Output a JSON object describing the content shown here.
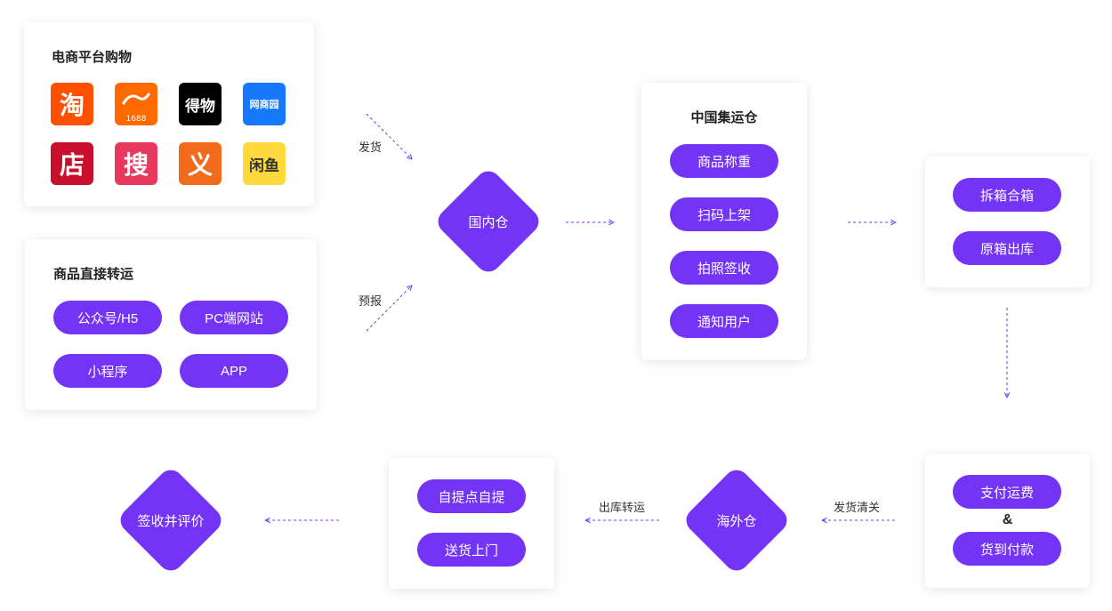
{
  "colors": {
    "accent": "#7434f5",
    "text": "#222222"
  },
  "ecommerce": {
    "title": "电商平台购物",
    "icons": [
      {
        "name": "taobao-icon",
        "glyph": "淘",
        "caption": "",
        "bg": "#ff5000",
        "fg": "#ffffff"
      },
      {
        "name": "alibaba-1688-icon",
        "glyph": "",
        "caption": "1688",
        "bg": "#ff6a00",
        "fg": "#ffffff"
      },
      {
        "name": "dewu-icon",
        "glyph": "得物",
        "caption": "",
        "bg": "#000000",
        "fg": "#ffffff"
      },
      {
        "name": "wangshangyuan-icon",
        "glyph": "网商园",
        "caption": "",
        "bg": "#1677ff",
        "fg": "#ffffff"
      },
      {
        "name": "weidian-icon",
        "glyph": "店",
        "caption": "",
        "bg": "#c8102e",
        "fg": "#ffffff"
      },
      {
        "name": "sougou-icon",
        "glyph": "搜",
        "caption": "",
        "bg": "#e8385d",
        "fg": "#ffffff"
      },
      {
        "name": "yiwugo-icon",
        "glyph": "义",
        "caption": "",
        "bg": "#f26b1d",
        "fg": "#ffffff"
      },
      {
        "name": "xianyu-icon",
        "glyph": "闲鱼",
        "caption": "",
        "bg": "#ffd93b",
        "fg": "#333333"
      }
    ]
  },
  "direct": {
    "title": "商品直接转运",
    "items": [
      "公众号/H5",
      "PC端网站",
      "小程序",
      "APP"
    ]
  },
  "labels": {
    "ship": "发货",
    "prereport": "预报",
    "ship_clear": "发货清关",
    "outbound_transfer": "出库转运"
  },
  "domestic_warehouse": "国内仓",
  "china_warehouse": {
    "title": "中国集运仓",
    "steps": [
      "商品称重",
      "扫码上架",
      "拍照签收",
      "通知用户"
    ]
  },
  "packing": {
    "items": [
      "拆箱合箱",
      "原箱出库"
    ]
  },
  "payment": {
    "item1": "支付运费",
    "amp": "&",
    "item2": "货到付款"
  },
  "overseas_warehouse": "海外仓",
  "delivery": {
    "items": [
      "自提点自提",
      "送货上门"
    ]
  },
  "final_step": "签收并评价"
}
